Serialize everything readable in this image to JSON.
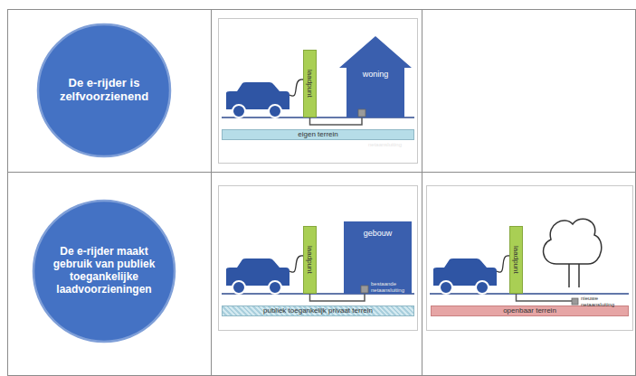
{
  "diagram": {
    "nodes": [
      {
        "text": [
          "De e-rijder is zelfvoorzienend"
        ]
      },
      {
        "text": [
          "laadpunt"
        ]
      },
      {
        "text": [
          "woning",
          "bestaande netaansluiting"
        ]
      },
      {
        "text": [
          "eigen terrein"
        ]
      },
      {
        "text": [
          "De e-rijder maakt gebruik van publiek toegankelijke laadvoorzieningen"
        ]
      },
      {
        "text": [
          "laadpunt"
        ]
      },
      {
        "text": [
          "gebouw",
          "bestaande netaansluiting"
        ]
      },
      {
        "text": [
          "publiek toegankelijk privaat terrein"
        ]
      },
      {
        "text": [
          "laadpunt"
        ]
      },
      {
        "text": [
          "openbaar terrein"
        ]
      }
    ],
    "edges": [
      {
        "from": 1,
        "to": 2,
        "arrow": "none"
      },
      {
        "from": 5,
        "to": 6,
        "arrow": "none"
      }
    ],
    "labels": [
      "nieuwe netaansluiting"
    ]
  }
}
